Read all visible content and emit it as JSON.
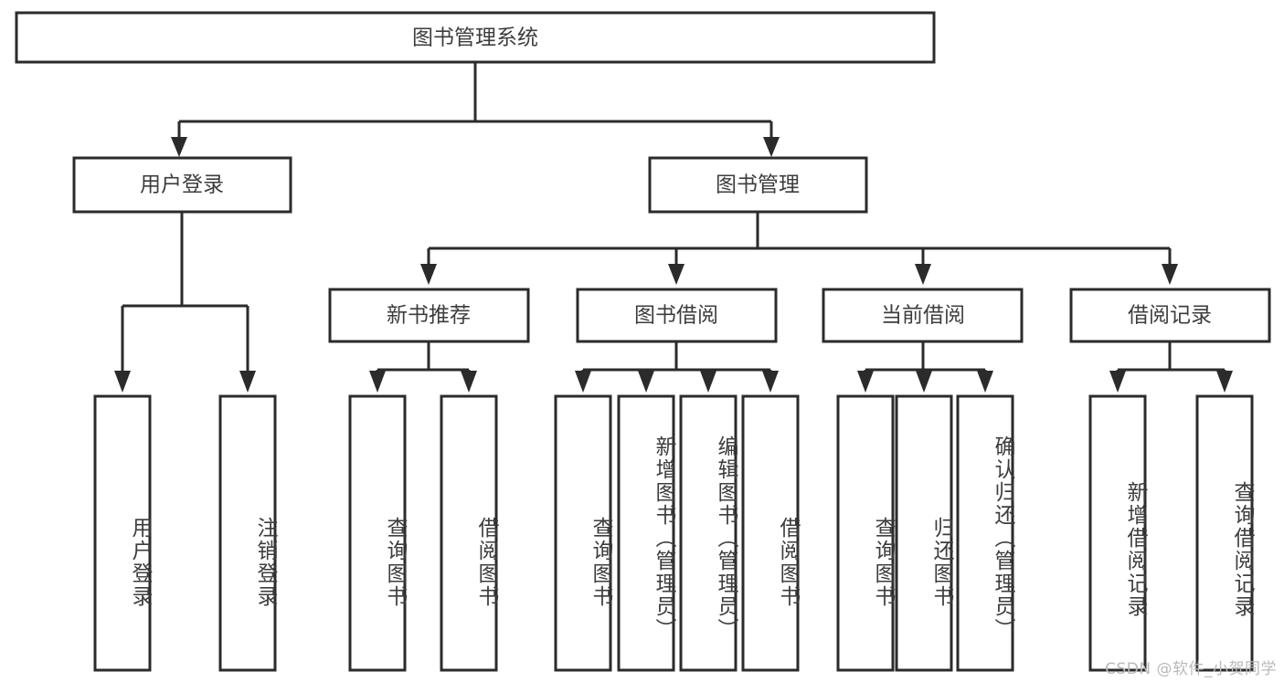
{
  "diagram": {
    "type": "tree-hierarchy",
    "title": "图书管理系统",
    "orientation": "top-down",
    "colors": {
      "box_stroke": "#2b2b2b",
      "box_fill": "#ffffff",
      "text": "#3d3d3d",
      "connector": "#2b2b2b",
      "watermark": "#b9b9b9"
    },
    "root": {
      "label": "图书管理系统"
    },
    "level2": [
      {
        "label": "用户登录"
      },
      {
        "label": "图书管理"
      }
    ],
    "level3": [
      {
        "label": "新书推荐"
      },
      {
        "label": "图书借阅"
      },
      {
        "label": "当前借阅"
      },
      {
        "label": "借阅记录"
      }
    ],
    "leaves": {
      "user_login": [
        {
          "label": "用户登录"
        },
        {
          "label": "注销登录"
        }
      ],
      "new_book_recommend": [
        {
          "label": "查询图书"
        },
        {
          "label": "借阅图书"
        }
      ],
      "book_borrow": [
        {
          "label": "查询图书"
        },
        {
          "label": "新增图书（管理员）"
        },
        {
          "label": "编辑图书（管理员）"
        },
        {
          "label": "借阅图书"
        }
      ],
      "current_borrow": [
        {
          "label": "查询图书"
        },
        {
          "label": "归还图书"
        },
        {
          "label": "确认归还（管理员）"
        }
      ],
      "borrow_record": [
        {
          "label": "新增借阅记录"
        },
        {
          "label": "查询借阅记录"
        }
      ]
    }
  },
  "watermark": {
    "text": "CSDN @软件_小贺同学"
  }
}
